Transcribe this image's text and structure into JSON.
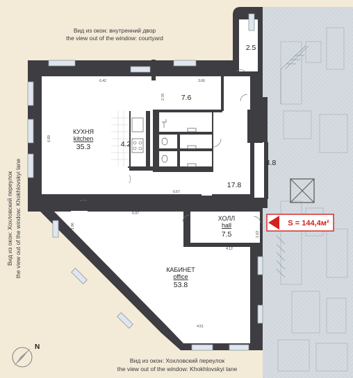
{
  "captions": {
    "courtyard_ru": "Вид из окон: внутренний двор",
    "courtyard_en": "the view out of the window: courtyard",
    "lane_side_ru": "Вид из окон: Хохловский переулок",
    "lane_side_en": "the view out of the window: Khokhlovskyi lane",
    "lane_bottom_ru": "Вид из окон: Хохловский переулок",
    "lane_bottom_en": "the view out of the window: Khokhlovskyi lane"
  },
  "rooms": {
    "kitchen": {
      "name_ru": "КУХНЯ",
      "name_en": "kitchen",
      "area": "35.3"
    },
    "hall": {
      "name_ru": "ХОЛЛ",
      "name_en": "hall",
      "area": "7.5"
    },
    "office": {
      "name_ru": "КАБИНЕТ",
      "name_en": "office",
      "area": "53.8"
    },
    "room_7_6": {
      "area": "7.6"
    },
    "room_4_2": {
      "area": "4.2"
    },
    "room_17_8": {
      "area": "17.8"
    },
    "room_4_8": {
      "area": "4.8"
    },
    "room_2_5": {
      "area": "2.5"
    }
  },
  "dimensions": {
    "d_642": "6.42",
    "d_366": "3.66",
    "d_278": "2.78",
    "d_689": "6.89",
    "d_667": "6.67",
    "d_697": "6.97",
    "d_196": "1.96",
    "d_412": "4.12",
    "d_163": "1.63",
    "d_451": "4.51"
  },
  "total_area": "S = 144,4м²",
  "compass": {
    "label": "N"
  },
  "colors": {
    "wall": "#3d3d42",
    "background": "#f3ead8",
    "neighbor_block": "#cfd6dc",
    "area_marker": "#d32020"
  }
}
